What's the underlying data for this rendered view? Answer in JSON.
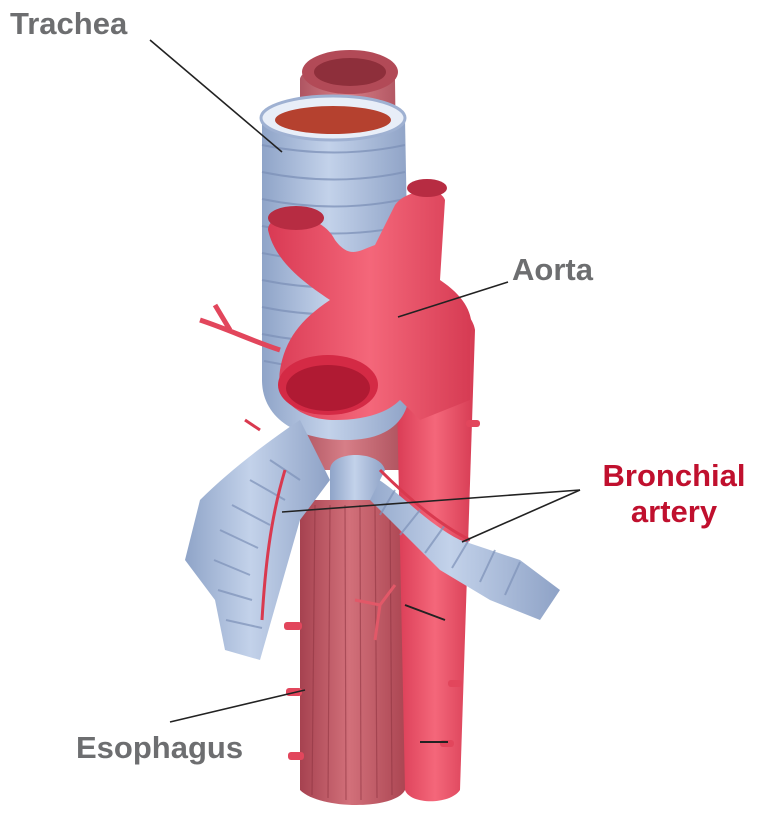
{
  "labels": {
    "trachea": "Trachea",
    "aorta": "Aorta",
    "bronchial_line1": "Bronchial",
    "bronchial_line2": "artery",
    "esophagus": "Esophagus"
  },
  "colors": {
    "label_gray": "#6d6e70",
    "label_red": "#c0102e",
    "trachea_blue": "#a9bbd8",
    "trachea_shadow": "#8195bd",
    "aorta_red": "#ef4b62",
    "aorta_dark": "#c8324a",
    "esophagus_red": "#c95862",
    "esophagus_dark": "#a83f4b",
    "leader_line": "#222222"
  }
}
